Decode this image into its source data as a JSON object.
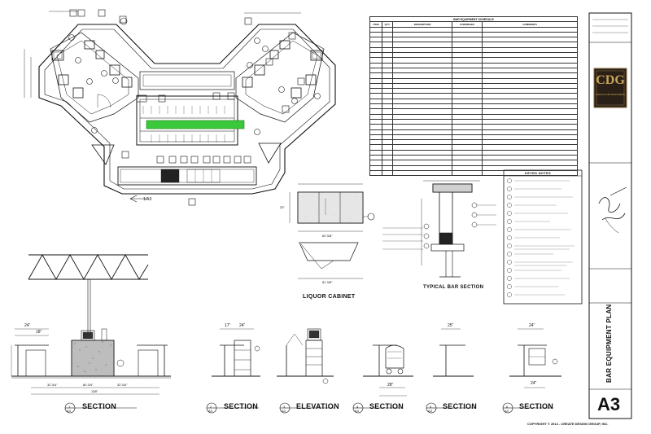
{
  "schedule": {
    "title": "BAR EQUIPMENT SCHEDULE",
    "headers": [
      "ITEM",
      "QTY.",
      "DESCRIPTION",
      "FURNISHED",
      "COMMENTS"
    ],
    "row_count": 29
  },
  "sections": {
    "section_1": {
      "label": "SECTION",
      "number": "1",
      "sheet": "A3"
    },
    "section_2": {
      "label": "SECTION",
      "number": "2",
      "sheet": "A3"
    },
    "elevation_3": {
      "label": "ELEVATION",
      "number": "3",
      "sheet": "A3"
    },
    "section_4": {
      "label": "SECTION",
      "number": "4",
      "sheet": "A3"
    },
    "section_5": {
      "label": "SECTION",
      "number": "5",
      "sheet": "A3"
    },
    "section_6": {
      "label": "SECTION",
      "number": "6",
      "sheet": "A3"
    }
  },
  "details": {
    "liquor_cabinet": "LIQUOR CABINET",
    "typical_bar_section": "TYPICAL BAR SECTION"
  },
  "notes": {
    "title": "KEYED NOTES"
  },
  "title_block": {
    "logo": "CDG",
    "logo_sub": "NIGHTCLUB DESIGNERS",
    "sheet_title": "BAR EQUIPMENT PLAN",
    "sheet_number": "A3",
    "copyright": "COPYRIGHT © 2014 - CREATE DESIGN GROUP, INC."
  },
  "plan": {
    "ref_1a3": "1/A3"
  },
  "dims": {
    "d24": "24\"",
    "d18": "18\"",
    "d17": "17\"",
    "d25": "25\"",
    "d32_3_4a": "32 3/4\"",
    "d32_3_4b": "32 3/4\"",
    "d138": "138\"",
    "d80_3_4": "80 3/4\"",
    "d32": "32\"",
    "d28": "28\"",
    "d60_3_8": "60 3/8\"",
    "d81_3_8": "81 3/8\""
  }
}
